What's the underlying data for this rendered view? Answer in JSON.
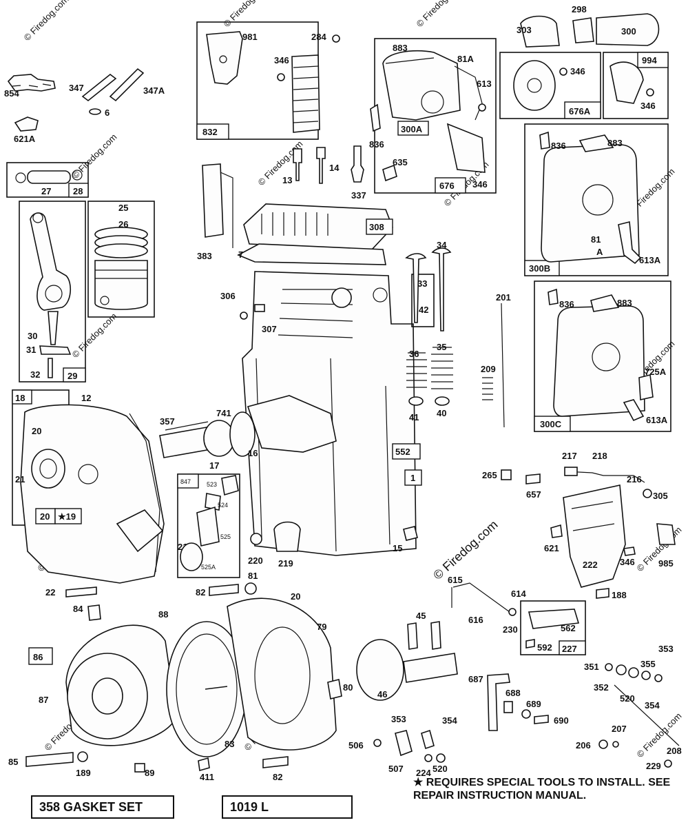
{
  "watermark": "© Firedog.com",
  "labels": {
    "p854": "854",
    "p347": "347",
    "p347A": "347A",
    "p6": "6",
    "p621A": "621A",
    "p27": "27",
    "p28": "28",
    "p25": "25",
    "p26": "26",
    "p30": "30",
    "p31": "31",
    "p32": "32",
    "p29": "29",
    "p981": "981",
    "p284": "284",
    "p346a": "346",
    "p832": "832",
    "p13": "13",
    "p14": "14",
    "p337": "337",
    "p635": "635",
    "p383": "383",
    "p308": "308",
    "p7": "7",
    "p306": "306",
    "p307": "307",
    "p33": "33",
    "p34": "34",
    "p42": "42",
    "p36": "36",
    "p35": "35",
    "p41": "41",
    "p40": "40",
    "p741": "741",
    "p357": "357",
    "p17": "17",
    "p16": "16",
    "p552": "552",
    "p1": "1",
    "p15": "15",
    "p883a": "883",
    "p81A": "81A",
    "p613": "613",
    "p836a": "836",
    "p300A": "300A",
    "p676": "676",
    "p346b": "346",
    "p303": "303",
    "p298": "298",
    "p300": "300",
    "p346c": "346",
    "p676A": "676A",
    "p994": "994",
    "p346d": "346",
    "p836b": "836",
    "p883b": "883",
    "p81": "81",
    "pA": "A",
    "p613A": "613A",
    "p300B": "300B",
    "p201": "201",
    "p209": "209",
    "p836c": "836",
    "p883c": "883",
    "p725A": "725A",
    "p613A2": "613A",
    "p300C": "300C",
    "p18": "18",
    "p12": "12",
    "p20a": "20",
    "p21a": "21",
    "p20b": "20",
    "p19": "★19",
    "p21b": "21",
    "p22": "22",
    "p847": "847",
    "p523": "523",
    "p524": "524",
    "p525": "525",
    "p525A": "525A",
    "p220": "220",
    "p219": "219",
    "p265": "265",
    "p657": "657",
    "p217": "217",
    "p218": "218",
    "p216": "216",
    "p305": "305",
    "p621": "621",
    "p222": "222",
    "p346e": "346",
    "p985": "985",
    "p188": "188",
    "p615": "615",
    "p614": "614",
    "p616": "616",
    "p230": "230",
    "p562": "562",
    "p592": "592",
    "p227": "227",
    "p84": "84",
    "p88": "88",
    "p86": "86",
    "p87": "87",
    "p85": "85",
    "p189": "189",
    "p89": "89",
    "p82a": "82",
    "p81b": "81",
    "p20c": "20",
    "p79": "79",
    "p80": "80",
    "p83": "83",
    "p411": "411",
    "p82b": "82",
    "p45": "45",
    "p46": "46",
    "p687": "687",
    "p688": "688",
    "p689": "689",
    "p690": "690",
    "p353a": "353",
    "p354a": "354",
    "p506": "506",
    "p507": "507",
    "p224": "224",
    "p520a": "520",
    "p353b": "353",
    "p351": "351",
    "p355": "355",
    "p352": "352",
    "p520b": "520",
    "p354b": "354",
    "p207": "207",
    "p206": "206",
    "p208": "208",
    "p229": "229"
  },
  "footnote": "★ REQUIRES SPECIAL TOOLS TO INSTALL. SEE REPAIR INSTRUCTION MANUAL.",
  "gasket_set": "358 GASKET SET",
  "box_1019": "1019 L"
}
